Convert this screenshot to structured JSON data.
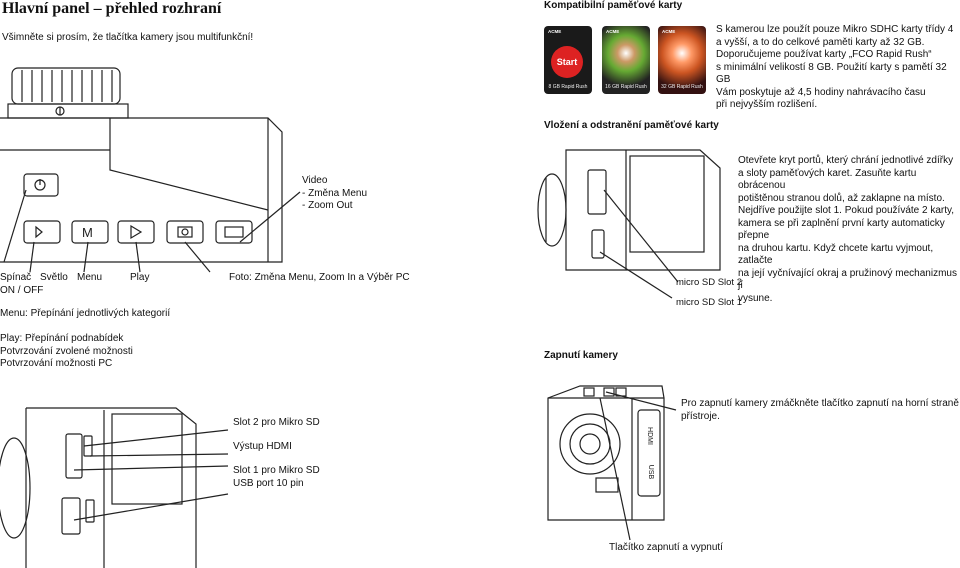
{
  "title": "Hlavní panel – přehled rozhraní",
  "notice": "Všimněte si prosím, že tlačítka kamery jsou multifunkční!",
  "cards": {
    "heading": "Kompatibilní paměťové karty",
    "text": "S kamerou lze použít pouze Mikro SDHC karty třídy 4\na vyšší, a to do celkové paměti karty až 32 GB.\nDoporučujeme používat karty „FCO Rapid Rush“\ns minimální velikostí 8 GB. Použití karty s pamětí 32 GB\nVám poskytuje až 4,5 hodiny nahrávacího času\npři nejvyšším rozlišení.",
    "items": [
      {
        "brand": "ACME",
        "badge": "Start",
        "label": "8 GB Rapid Rush",
        "color": "#1a1a1a"
      },
      {
        "brand": "ACME",
        "badge": "",
        "label": "16 GB Rapid Rush",
        "color": "#3a2a20"
      },
      {
        "brand": "ACME",
        "badge": "",
        "label": "32 GB Rapid Rush",
        "color": "#4a2a10"
      }
    ]
  },
  "panel": {
    "video_label": "Video\n- Změna Menu\n- Zoom Out",
    "spinac": "Spínač\nON / OFF",
    "svetlo": "Světlo",
    "menu": "Menu",
    "play": "Play",
    "foto": "Foto: Změna Menu, Zoom In a Výběr PC",
    "menu_desc": "Menu: Přepínání jednotlivých kategorií",
    "play_desc": "Play: Přepínání podnabídek\n       Potvrzování zvolené možnosti\n       Potvrzování možnosti PC"
  },
  "insert": {
    "heading": "Vložení a odstranění paměťové karty",
    "text": "Otevřete kryt portů, který chrání jednotlivé zdířky\na sloty paměťových karet. Zasuňte kartu obrácenou\npotištěnou stranou dolů, až zaklapne na místo.\nNejdříve použijte slot 1. Pokud používáte 2 karty,\nkamera se při zaplnění první karty automaticky přepne\nna druhou kartu. Když chcete kartu vyjmout, zatlačte\nna její vyčnívající okraj a pružinový mechanizmus jí\nvysune.",
    "slot2": "micro SD Slot 2",
    "slot1": "micro SD Slot 1"
  },
  "ports": {
    "slot2": "Slot 2 pro Mikro SD",
    "hdmi": "Výstup HDMI",
    "slot1": "Slot 1 pro Mikro SD\nUSB port 10 pin"
  },
  "power": {
    "heading": "Zapnutí kamery",
    "text": "Pro zapnutí kamery zmáčkněte tlačítko zapnutí na horní straně\npřístroje.",
    "button_label": "Tlačítko zapnutí a vypnutí",
    "side_labels": [
      "HDMI",
      "USB"
    ]
  }
}
